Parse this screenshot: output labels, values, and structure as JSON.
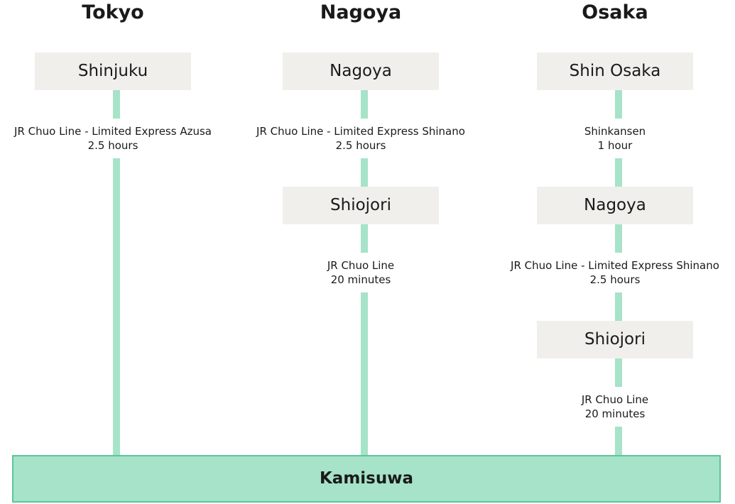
{
  "destination": "Kamisuwa",
  "columns": [
    {
      "title": "Tokyo",
      "stations": [
        "Shinjuku"
      ],
      "segments": [
        {
          "line": "JR Chuo Line - Limited Express Azusa",
          "duration": "2.5 hours"
        }
      ]
    },
    {
      "title": "Nagoya",
      "stations": [
        "Nagoya",
        "Shiojori"
      ],
      "segments": [
        {
          "line": "JR Chuo Line - Limited Express Shinano",
          "duration": "2.5 hours"
        },
        {
          "line": "JR Chuo Line",
          "duration": "20 minutes"
        }
      ]
    },
    {
      "title": "Osaka",
      "stations": [
        "Shin Osaka",
        "Nagoya",
        "Shiojori"
      ],
      "segments": [
        {
          "line": "Shinkansen",
          "duration": "1 hour"
        },
        {
          "line": "JR Chuo Line - Limited Express Shinano",
          "duration": "2.5 hours"
        },
        {
          "line": "JR Chuo Line",
          "duration": "20 minutes"
        }
      ]
    }
  ],
  "colors": {
    "track": "#a6e3c9",
    "station_box": "#f0efec",
    "destination_fill": "#a6e3c9",
    "destination_border": "#5cc59a"
  }
}
